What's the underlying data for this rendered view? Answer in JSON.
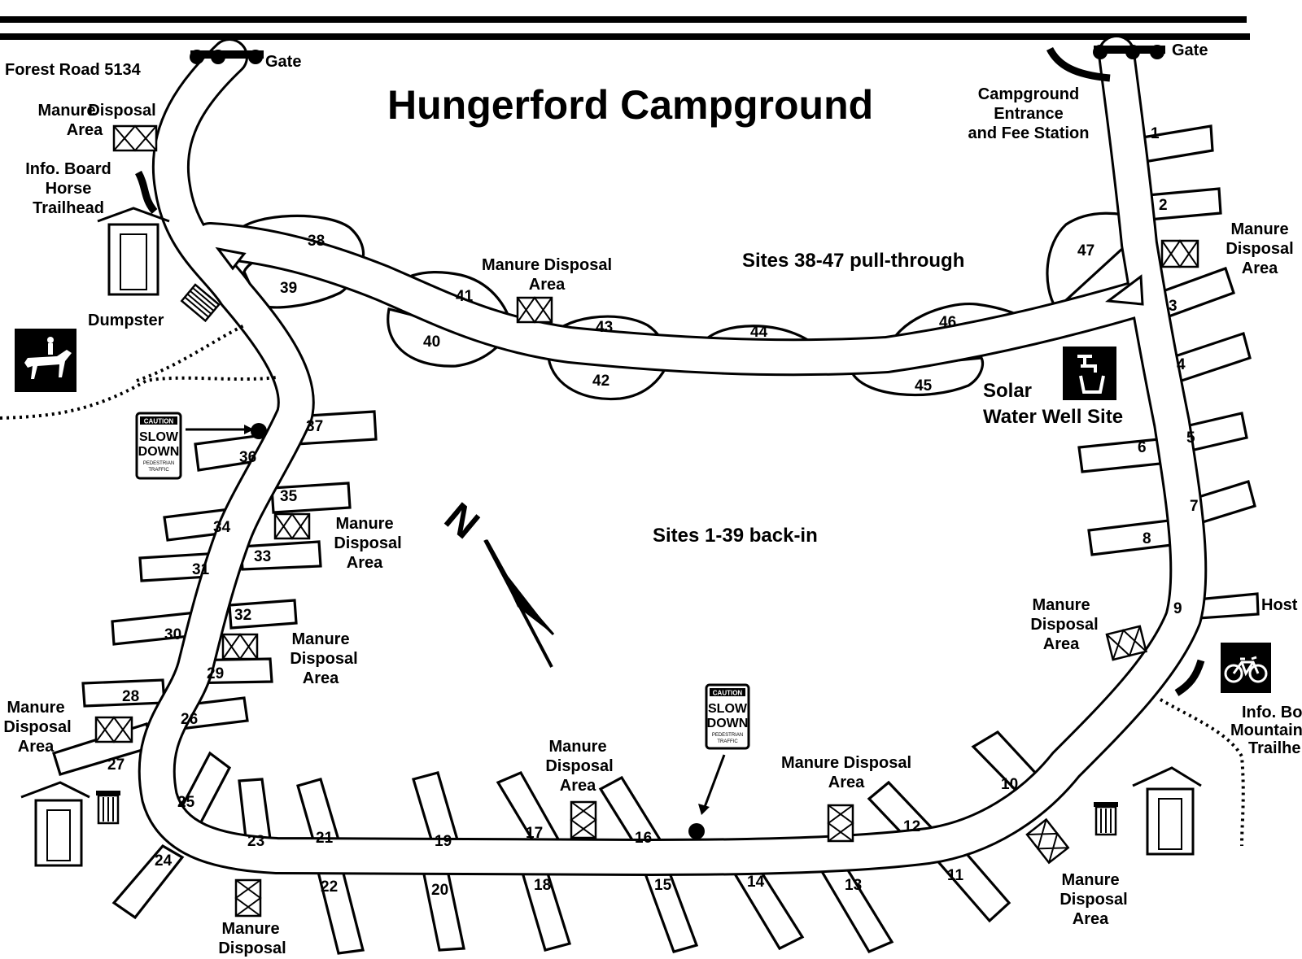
{
  "map": {
    "title": "Hungerford Campground",
    "road_label": "Forest Road 5134",
    "gate_label": "Gate",
    "entrance_label": [
      "Campground",
      "Entrance",
      "and Fee Station"
    ],
    "pull_through_label": "Sites 38-47 pull-through",
    "back_in_label": "Sites 1-39 back-in",
    "manure_label": [
      "Manure",
      "Disposal",
      "Area"
    ],
    "manure_label_oneline": "Manure Disposal",
    "info_board_horse": [
      "Info. Board",
      "Horse",
      "Trailhead"
    ],
    "dumpster_label": "Dumpster",
    "water_label": [
      "Solar",
      "Water Well Site"
    ],
    "host_label": "Host",
    "info_board_bike": [
      "Info. Bo",
      "Mountain",
      "Trailhe"
    ],
    "sign_lines": [
      "CAUTION",
      "SLOW",
      "DOWN",
      "PEDESTRIAN",
      "TRAFFIC"
    ],
    "north_label": "N"
  },
  "sites": [
    {
      "num": "1"
    },
    {
      "num": "2"
    },
    {
      "num": "3"
    },
    {
      "num": "4"
    },
    {
      "num": "5"
    },
    {
      "num": "6"
    },
    {
      "num": "7"
    },
    {
      "num": "8"
    },
    {
      "num": "9"
    },
    {
      "num": "10"
    },
    {
      "num": "11"
    },
    {
      "num": "12"
    },
    {
      "num": "13"
    },
    {
      "num": "14"
    },
    {
      "num": "15"
    },
    {
      "num": "16"
    },
    {
      "num": "17"
    },
    {
      "num": "18"
    },
    {
      "num": "19"
    },
    {
      "num": "20"
    },
    {
      "num": "21"
    },
    {
      "num": "22"
    },
    {
      "num": "23"
    },
    {
      "num": "24"
    },
    {
      "num": "25"
    },
    {
      "num": "26"
    },
    {
      "num": "27"
    },
    {
      "num": "28"
    },
    {
      "num": "29"
    },
    {
      "num": "30"
    },
    {
      "num": "31"
    },
    {
      "num": "32"
    },
    {
      "num": "33"
    },
    {
      "num": "34"
    },
    {
      "num": "35"
    },
    {
      "num": "36"
    },
    {
      "num": "37"
    },
    {
      "num": "38"
    },
    {
      "num": "39"
    },
    {
      "num": "40"
    },
    {
      "num": "41"
    },
    {
      "num": "42"
    },
    {
      "num": "43"
    },
    {
      "num": "44"
    },
    {
      "num": "45"
    },
    {
      "num": "46"
    },
    {
      "num": "47"
    }
  ]
}
